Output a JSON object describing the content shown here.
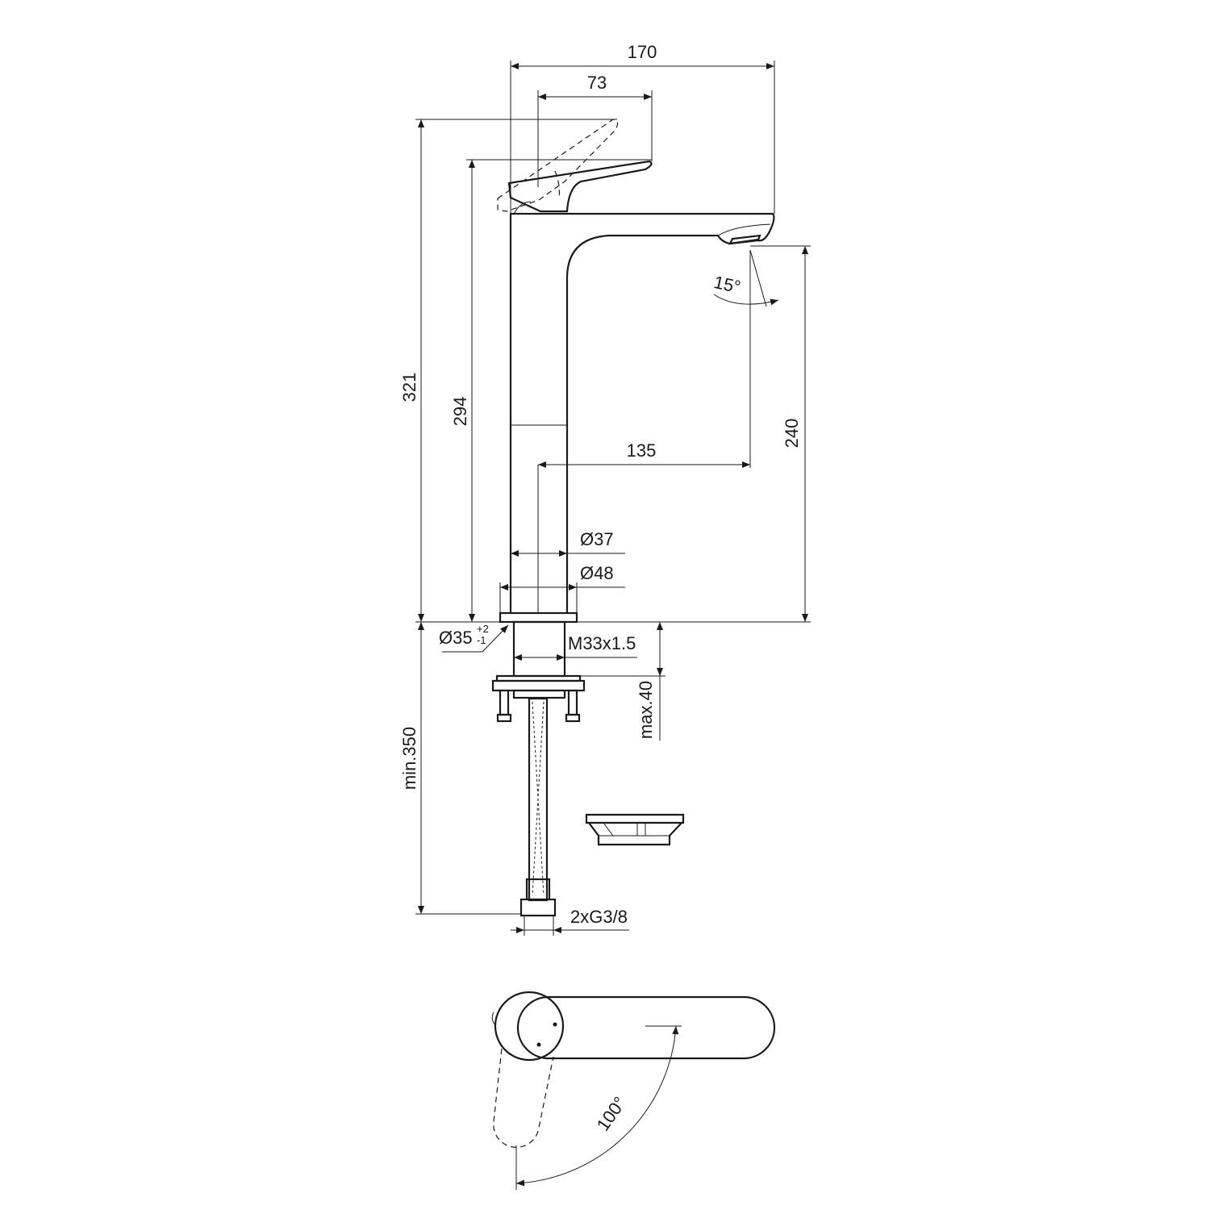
{
  "drawing": {
    "dimensions": {
      "overall_width": "170",
      "handle_width": "73",
      "total_height": "321",
      "handle_height": "294",
      "spout_height": "240",
      "spout_reach": "135",
      "body_diameter": "Ø37",
      "base_diameter": "Ø48",
      "hole_diameter": "Ø35",
      "hole_tol_plus": "+2",
      "hole_tol_minus": "-1",
      "thread": "M33x1.5",
      "max_thickness": "max.40",
      "min_hose_length": "min.350",
      "connection": "2xG3/8",
      "spout_angle": "15°",
      "handle_rotation": "100°"
    }
  }
}
